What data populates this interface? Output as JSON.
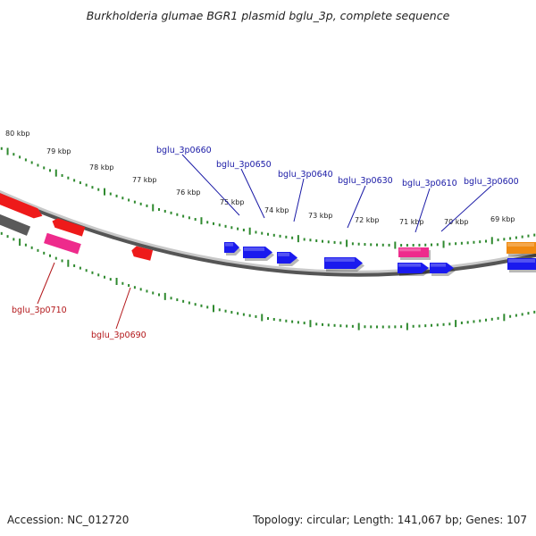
{
  "title": "Burkholderia glumae BGR1 plasmid bglu_3p, complete sequence",
  "footer": {
    "accession": "Accession: NC_012720",
    "summary": "Topology: circular; Length: 141,067 bp; Genes: 107"
  },
  "colors": {
    "backbone": "#7a7a7a",
    "tick": "#2f8a2f",
    "cds_blue": "#1a1aee",
    "cds_red": "#ee1a1a",
    "cds_pink": "#ee2b8c",
    "cds_orange": "#f08a10",
    "cds_gray": "#5a5a5a",
    "label_blue": "#1a1aa6",
    "label_red": "#b3171a"
  },
  "scale_labels": [
    "80 kbp",
    "79 kbp",
    "78 kbp",
    "77 kbp",
    "76 kbp",
    "75 kbp",
    "74 kbp",
    "73 kbp",
    "72 kbp",
    "71 kbp",
    "70 kbp",
    "69 kbp"
  ],
  "gene_labels": {
    "top": [
      "bglu_3p0660",
      "bglu_3p0650",
      "bglu_3p0640",
      "bglu_3p0630",
      "bglu_3p0610",
      "bglu_3p0600"
    ],
    "bottom": [
      "bglu_3p0710",
      "bglu_3p0690"
    ]
  }
}
